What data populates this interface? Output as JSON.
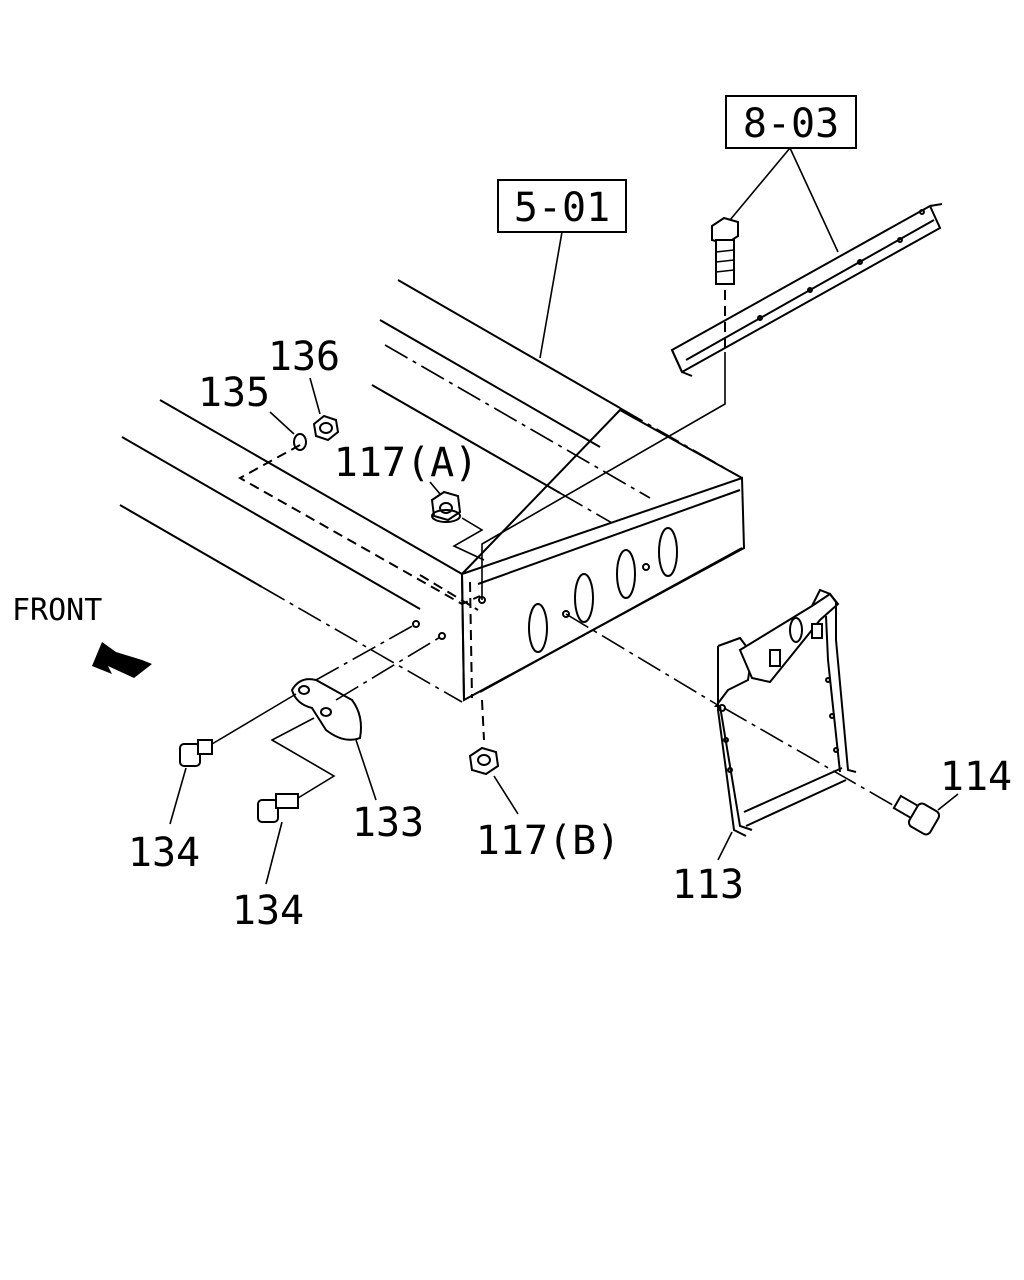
{
  "callouts": {
    "ref_8_03": "8-03",
    "ref_5_01": "5-01",
    "p136": "136",
    "p135": "135",
    "p117a": "117(A)",
    "front": "FRONT",
    "p114": "114",
    "p134a": "134",
    "p133": "133",
    "p117b": "117(B)",
    "p134b": "134",
    "p113": "113"
  },
  "icons": {
    "front_arrow": "arrow-left-icon"
  }
}
